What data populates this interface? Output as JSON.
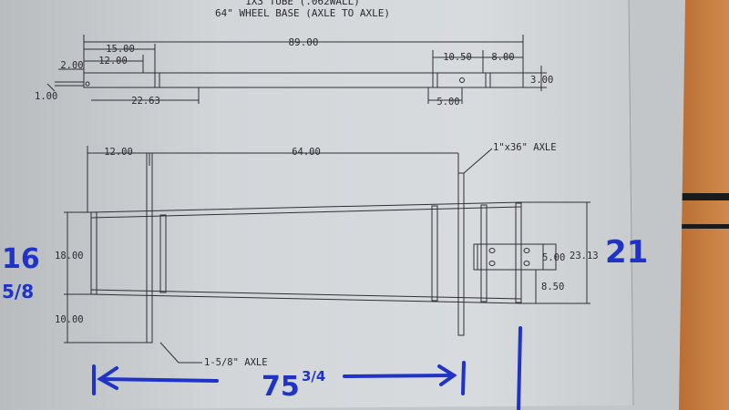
{
  "drawing": {
    "title_line_1": "1X3 TUBE (.062WALL)",
    "title_line_2": "64\" WHEEL BASE (AXLE TO AXLE)",
    "side_view": {
      "dim_overall": "89.00",
      "dim_left_15": "15.00",
      "dim_left_12": "12.00",
      "dim_left_2": "2.00",
      "dim_left_1": "1.00",
      "dim_bottom_2263": "22.63",
      "dim_right_1050": "10.50",
      "dim_right_800": "8.00",
      "dim_right_500": "5.00",
      "dim_height_300": "3.00"
    },
    "top_view": {
      "dim_12": "12.00",
      "dim_64": "64.00",
      "label_rear_axle": "1\"x36\" AXLE",
      "label_front_axle": "1-5/8\" AXLE",
      "dim_18": "18.00",
      "dim_10": "10.00",
      "dim_2313": "23.13",
      "dim_500": "5.00",
      "dim_850": "8.50"
    }
  },
  "handwriting": {
    "left_number": "16",
    "left_fraction": "5/8",
    "right_number": "21",
    "bottom_measure": "75",
    "bottom_fraction": "3/4"
  },
  "colors": {
    "paper": "#d4d8dc",
    "line": "#2a2a30",
    "pen": "#1f33c8",
    "wall": "#c47a3c"
  }
}
